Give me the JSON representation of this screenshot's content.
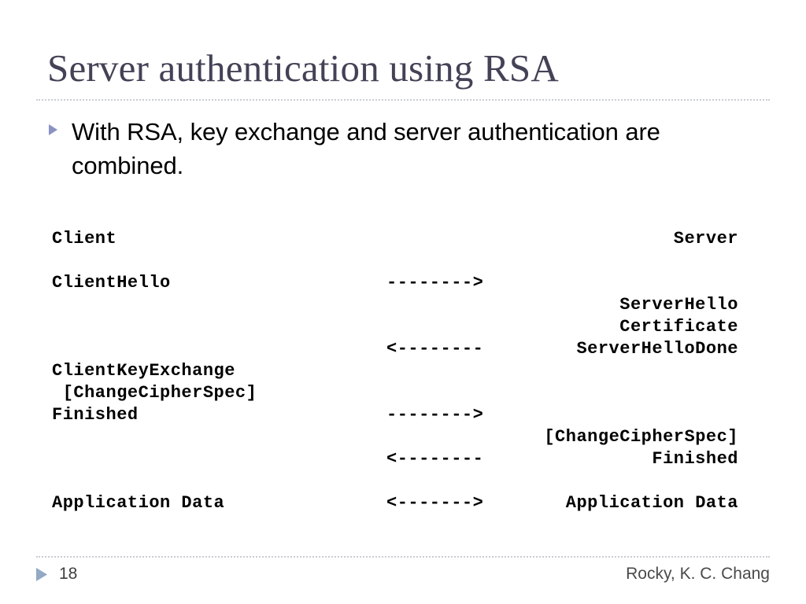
{
  "slide": {
    "title": "Server authentication using RSA",
    "accent_color": "#8a92c4",
    "title_color": "#434256",
    "rule_color": "#c9ccd6"
  },
  "body": {
    "bullets": [
      {
        "marker": "triangle-right",
        "text": "With RSA, key exchange and server authentication are combined."
      }
    ]
  },
  "diagram": {
    "type": "tls-handshake-message-flow",
    "rows": [
      {
        "left": "Client",
        "mid": "",
        "right": "Server"
      },
      {
        "left": "",
        "mid": "",
        "right": ""
      },
      {
        "left": "ClientHello",
        "mid": "-------->",
        "right": ""
      },
      {
        "left": "",
        "mid": "",
        "right": "ServerHello"
      },
      {
        "left": "",
        "mid": "",
        "right": "Certificate"
      },
      {
        "left": "",
        "mid": "<--------",
        "right": "ServerHelloDone"
      },
      {
        "left": "ClientKeyExchange",
        "mid": "",
        "right": ""
      },
      {
        "left": " [ChangeCipherSpec]",
        "mid": "",
        "right": ""
      },
      {
        "left": "Finished",
        "mid": "-------->",
        "right": ""
      },
      {
        "left": "",
        "mid": "",
        "right": "[ChangeCipherSpec]"
      },
      {
        "left": "",
        "mid": "<--------",
        "right": "Finished"
      },
      {
        "left": "",
        "mid": "",
        "right": ""
      },
      {
        "left": "Application Data",
        "mid": "<------->",
        "right": "Application Data"
      }
    ]
  },
  "footer": {
    "marker": "triangle-right",
    "page_number": "18",
    "author": "Rocky, K. C. Chang"
  }
}
